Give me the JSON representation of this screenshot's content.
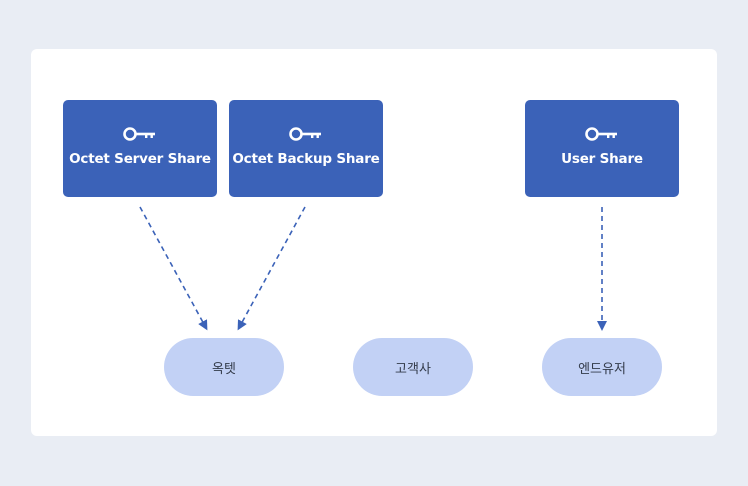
{
  "shares": [
    {
      "label": "Octet Server Share",
      "icon": "key-icon"
    },
    {
      "label": "Octet Backup Share",
      "icon": "key-icon"
    },
    {
      "label": "User Share",
      "icon": "key-icon"
    }
  ],
  "targets": [
    {
      "label": "옥텟"
    },
    {
      "label": "고객사"
    },
    {
      "label": "엔드유저"
    }
  ],
  "connections": [
    {
      "from": "Octet Server Share",
      "to": "옥텟"
    },
    {
      "from": "Octet Backup Share",
      "to": "옥텟"
    },
    {
      "from": "User Share",
      "to": "엔드유저"
    }
  ],
  "colors": {
    "background": "#e9edf4",
    "panel": "#ffffff",
    "share_box": "#3b62b8",
    "target_pill": "#c2d1f5",
    "arrow": "#3b62b8"
  }
}
